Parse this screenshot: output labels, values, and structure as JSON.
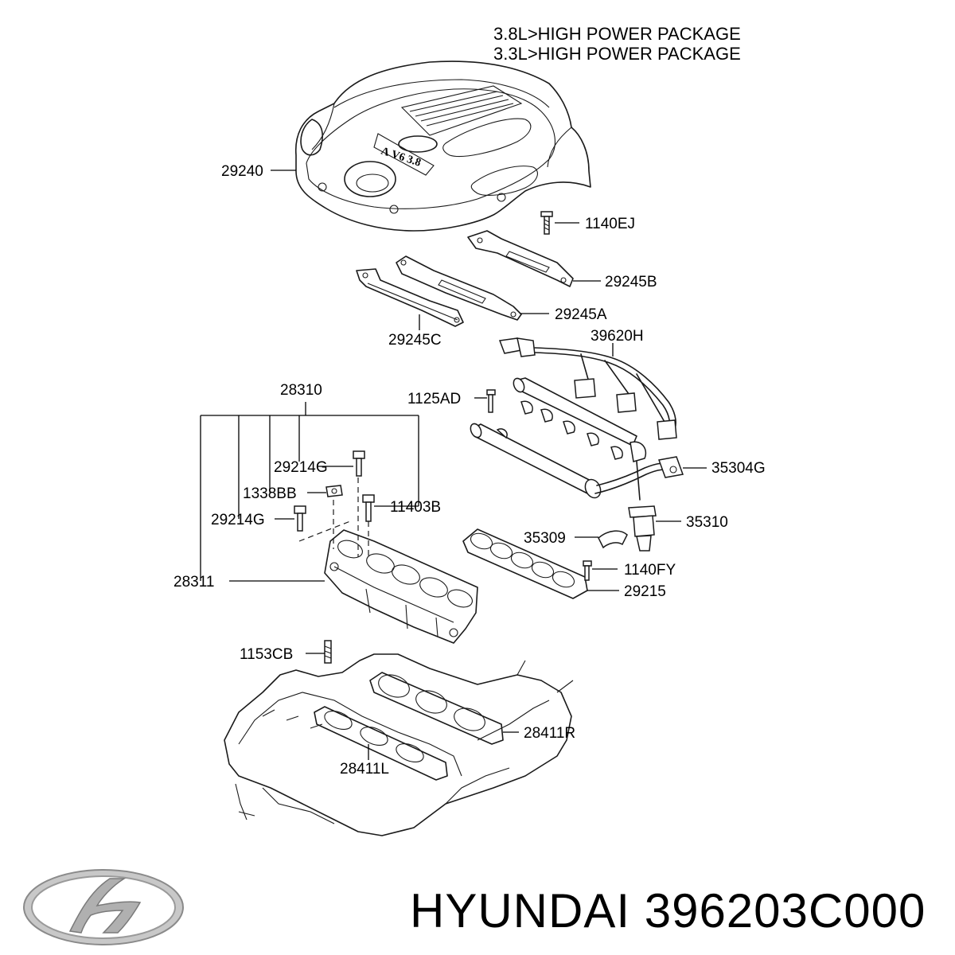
{
  "header": {
    "line1": "3.8L>HIGH POWER PACKAGE",
    "line2": "3.3L>HIGH POWER PACKAGE"
  },
  "engine_cover_text": "Λ V6 3.8",
  "labels": {
    "29240": "29240",
    "1140EJ": "1140EJ",
    "29245B": "29245B",
    "29245A": "29245A",
    "29245C": "29245C",
    "39620H": "39620H",
    "28310": "28310",
    "1125AD": "1125AD",
    "29214G_a": "29214G",
    "1338BB": "1338BB",
    "11403B": "11403B",
    "29214G_b": "29214G",
    "35304G": "35304G",
    "35310": "35310",
    "35309": "35309",
    "1140FY": "1140FY",
    "28311": "28311",
    "29215": "29215",
    "1153CB": "1153CB",
    "28411R": "28411R",
    "28411L": "28411L"
  },
  "footer": {
    "brand": "HYUNDAI",
    "part_number": "396203C000",
    "text": "HYUNDAI 396203C000"
  },
  "colors": {
    "line": "#1a1a1a",
    "background": "#ffffff",
    "logo_fill": "#b8b8b8"
  },
  "icons": {
    "logo": "hyundai-logo-icon"
  }
}
